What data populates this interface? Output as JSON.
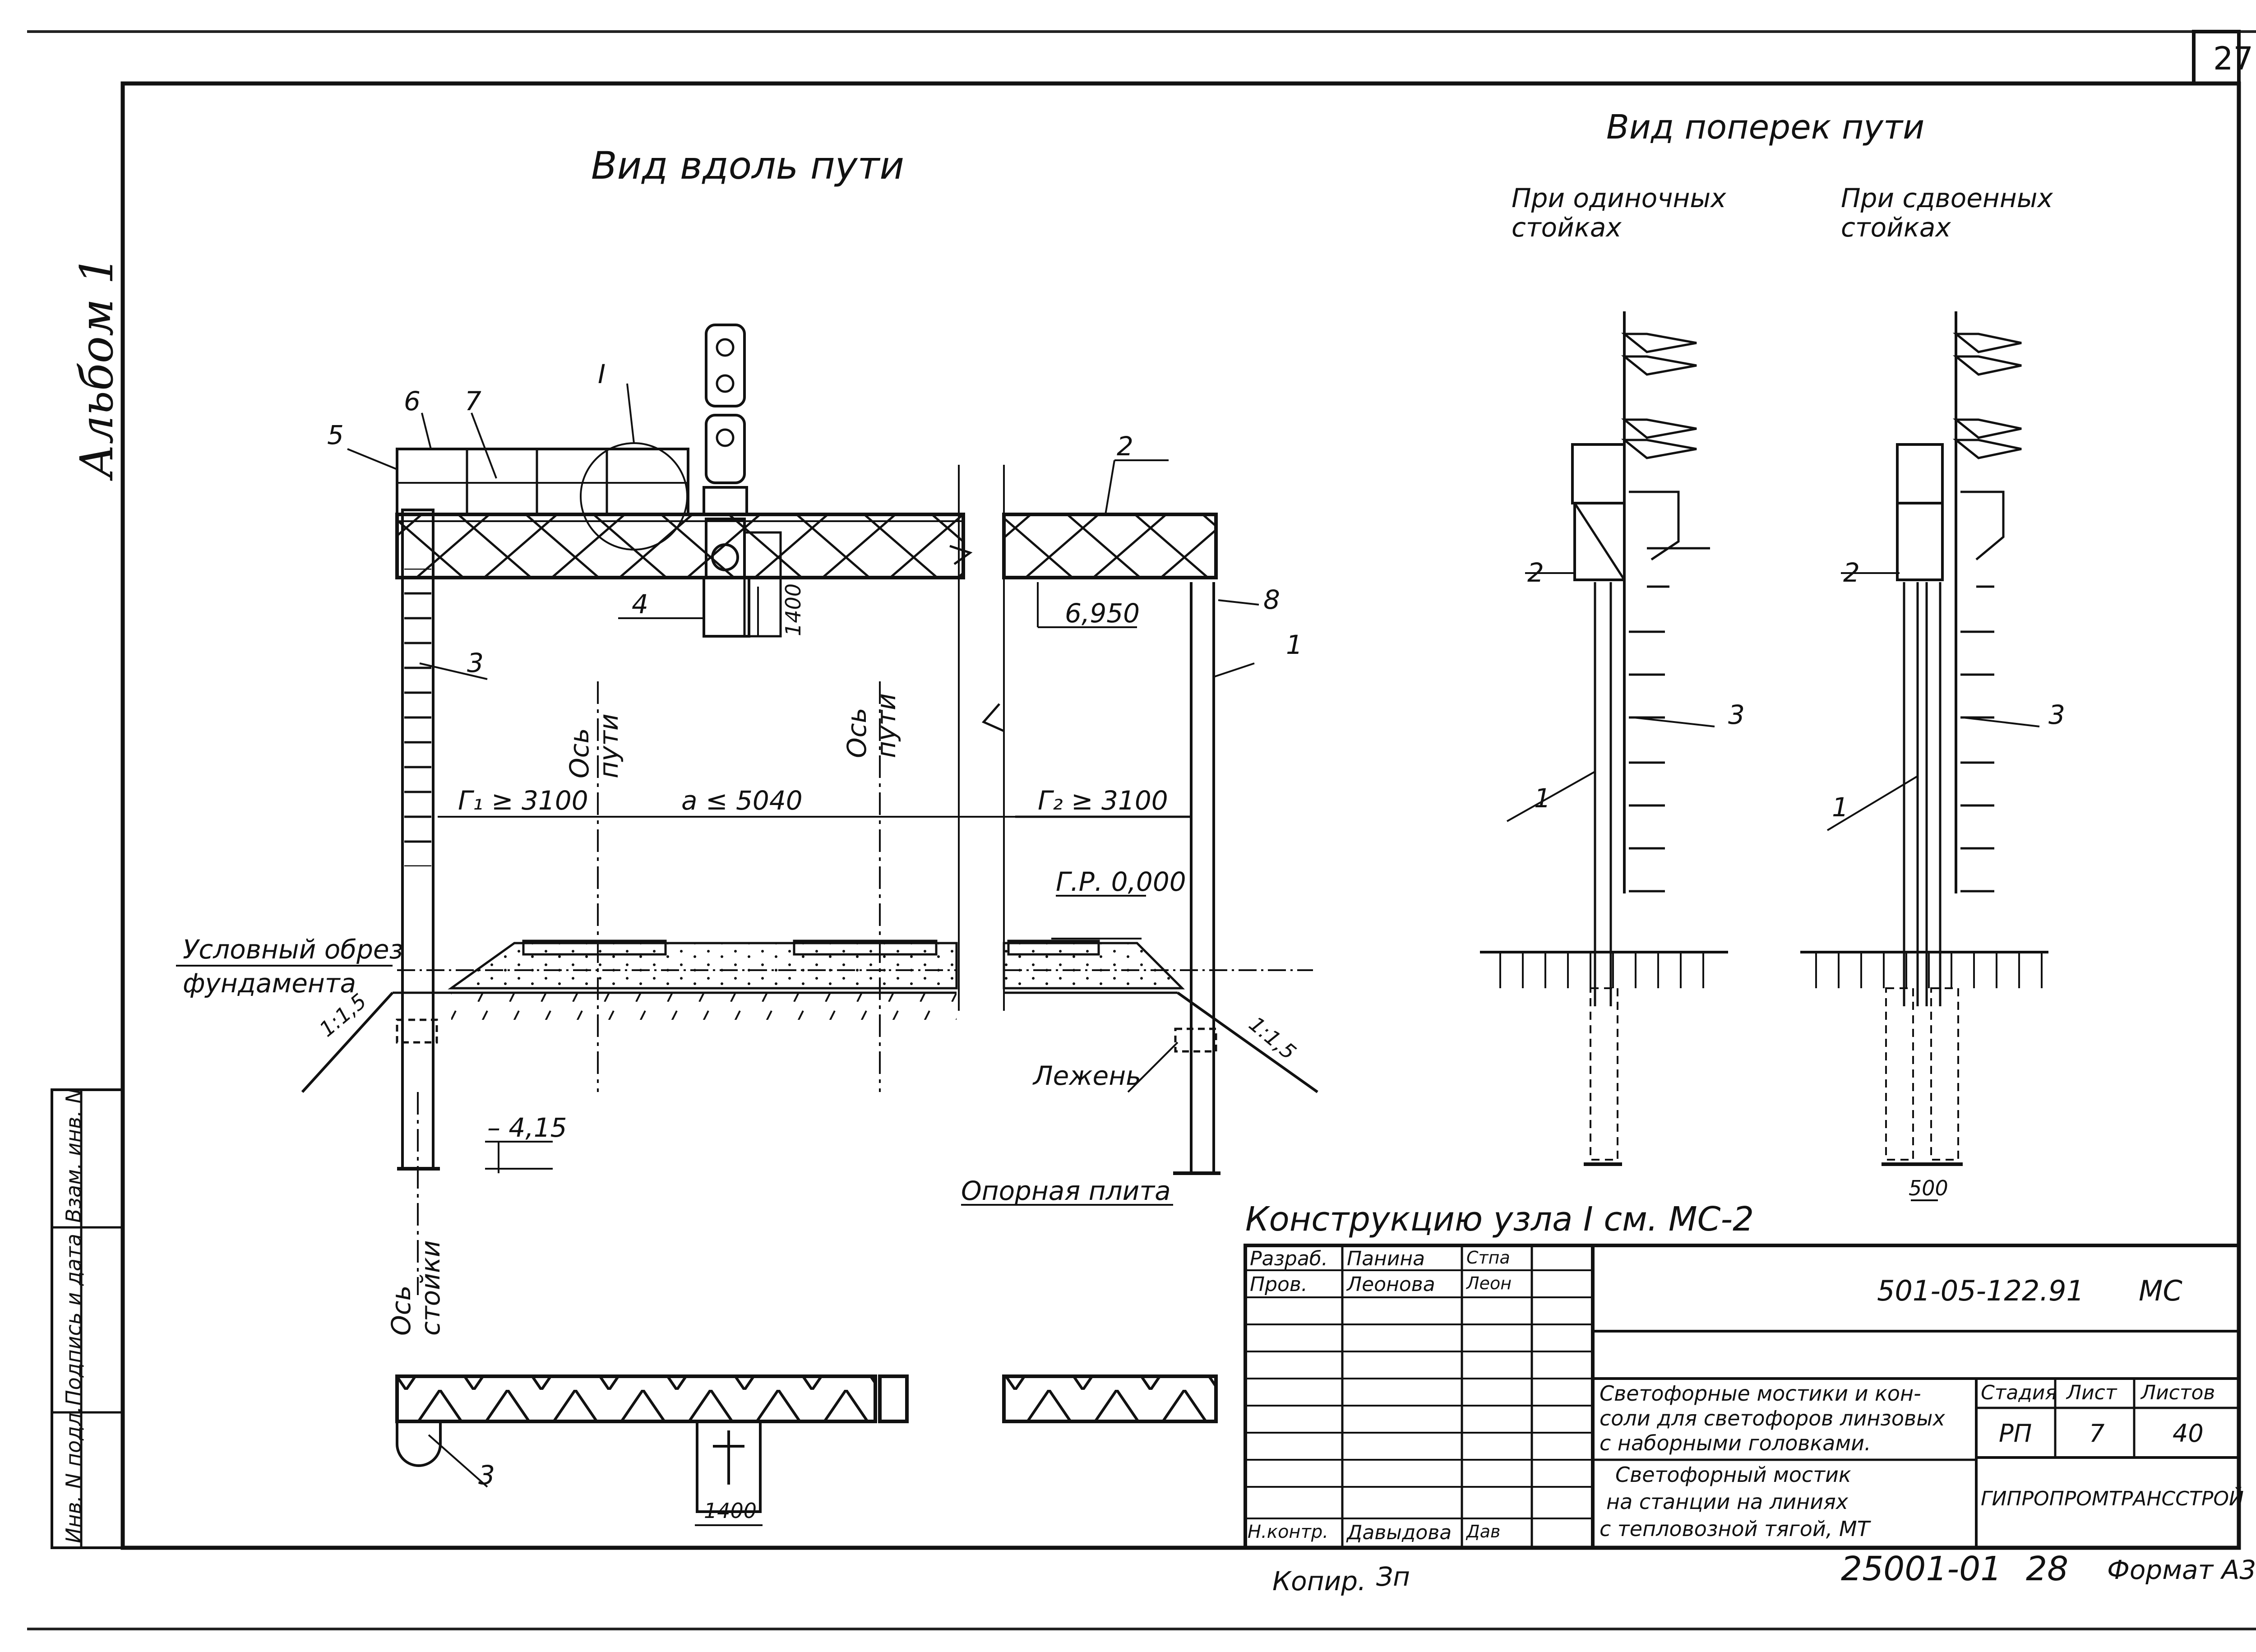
{
  "sheet_number": "27",
  "album_label": "Альбом 1",
  "side_stamp": [
    "Инв. N подл.",
    "Подпись и дата",
    "Взам. инв. N"
  ],
  "views": {
    "along": "Вид вдоль пути",
    "across": "Вид поперек пути",
    "single_posts": [
      "При одиночных",
      "стойках"
    ],
    "double_posts": [
      "При сдвоенных",
      "стойках"
    ]
  },
  "callouts": [
    "1",
    "2",
    "3",
    "4",
    "5",
    "6",
    "7",
    "8",
    "I"
  ],
  "dimensions": {
    "gauge_left": "Г₁ ≥ 3100",
    "track_spacing": "a ≤ 5040",
    "gauge_right": "Г₂ ≥ 3100",
    "height": "6,950",
    "rail_level": "Г.Р. 0,000",
    "depth": "– 4,15",
    "bracket_1400": "1400",
    "bottom_1400": "1400",
    "spacing_500": "500",
    "slope_left": "1:1,5",
    "slope_right": "1:1,5"
  },
  "labels": {
    "track_axis": [
      "Ось",
      "пути"
    ],
    "post_axis": [
      "Ось",
      "стойки"
    ],
    "foundation_cut": [
      "Условный обрез",
      "фундамента"
    ],
    "sleeper": "Лежень",
    "base_plate": "Опорная плита",
    "node_note": "Конструкцию узла I см. МС-2"
  },
  "title_block": {
    "doc_code": "501-05-122.91",
    "doc_mark": "МС",
    "roles": [
      {
        "role": "Разраб.",
        "name": "Панина",
        "sign": "Стпа"
      },
      {
        "role": "Пров.",
        "name": "Леонова",
        "sign": "Леон"
      },
      {
        "role": "Н.контр.",
        "name": "Давыдова",
        "sign": "Дав"
      }
    ],
    "title_main": [
      "Светофорные мостики и кон-",
      "соли для светофоров линзовых",
      "с наборными головками."
    ],
    "title_sheet": [
      "Светофорный мостик",
      "на станции на линиях",
      "с тепловозной тягой, МТ"
    ],
    "stage_header": "Стадия",
    "sheet_header": "Лист",
    "sheets_header": "Листов",
    "stage": "РП",
    "sheet": "7",
    "sheets": "40",
    "organization": "ГИПРОПРОМТРАНССТРОЙ"
  },
  "footer": {
    "copy": "Копир.",
    "copy_sign": "Зп",
    "inventory": "25001-01",
    "page": "28",
    "format": "Формат А3"
  }
}
